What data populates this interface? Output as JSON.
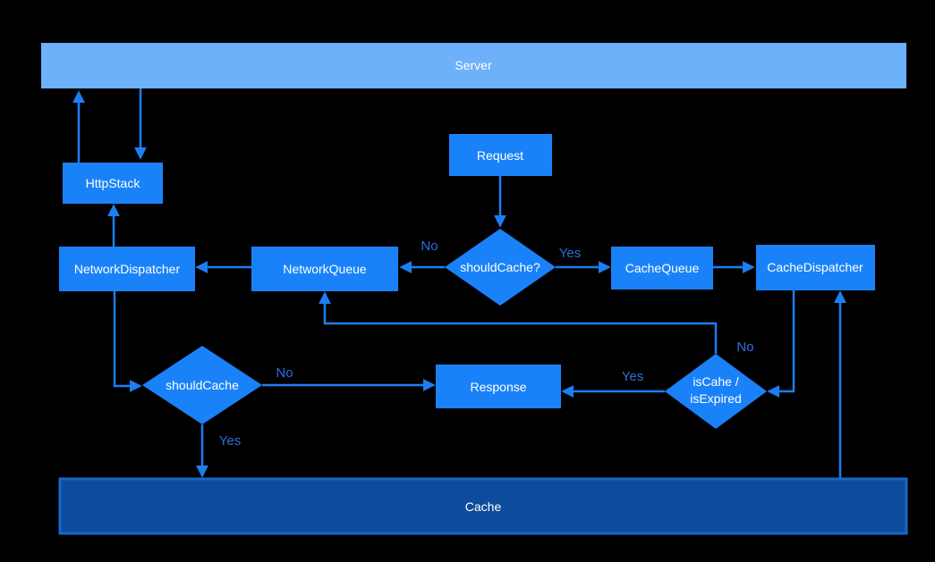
{
  "colors": {
    "background": "#000000",
    "server_fill": "#6cb1fa",
    "node_fill": "#1a82f8",
    "node_text": "#ffffff",
    "arrow": "#1d7ef2",
    "edge_label": "#2b6fe0",
    "cache_fill": "#0d4c9c",
    "cache_border": "#1668c8"
  },
  "nodes": {
    "server": {
      "label": "Server"
    },
    "request": {
      "label": "Request"
    },
    "http_stack": {
      "label": "HttpStack"
    },
    "network_dispatcher": {
      "label": "NetworkDispatcher"
    },
    "network_queue": {
      "label": "NetworkQueue"
    },
    "should_cache_decision": {
      "label": "shouldCache?"
    },
    "cache_queue": {
      "label": "CacheQueue"
    },
    "cache_dispatcher": {
      "label": "CacheDispatcher"
    },
    "should_cache_lower": {
      "label": "shouldCache"
    },
    "response": {
      "label": "Response"
    },
    "is_cache_decision": {
      "line1": "isCahe /",
      "line2": "isExpired"
    },
    "cache": {
      "label": "Cache"
    }
  },
  "edge_labels": {
    "should_cache_no": "No",
    "should_cache_yes": "Yes",
    "lower_should_cache_no": "No",
    "lower_should_cache_yes": "Yes",
    "is_cache_yes": "Yes",
    "is_cache_no": "No"
  }
}
